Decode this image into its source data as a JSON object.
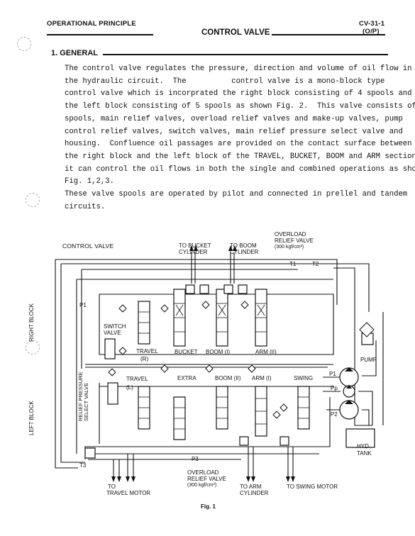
{
  "header": {
    "section": "OPERATIONAL PRINCIPLE",
    "code_line1": "CV-31-1",
    "code_line2": "(O/P)",
    "title": "CONTROL VALVE"
  },
  "general": {
    "heading": "1. GENERAL",
    "para1": [
      "The control valve regulates the pressure, direction and volume of oil flow in",
      "the hydraulic circuit.  The          control valve is a mono-block type",
      "control valve which is incorprated the right block consisting of 4 spools and",
      "the left block consisting of 5 spools as shown Fig. 2.  This valve consists of",
      "spools, main relief valves, overload relief valves and make-up valves, pump",
      "control relief valves, switch valves, main relief pressure select valve and",
      "housing.  Confluence oil passages are provided on the contact surface between",
      "the right block and the left block of the TRAVEL, BUCKET, BOOM and ARM sections,",
      "it can control the oil flows in both the single and combined operations as shown",
      "Fig. 1,2,3."
    ],
    "para2": [
      "These valve spools are operated by pilot and connected in prellel and tandem",
      "circuits."
    ]
  },
  "diagram": {
    "control_valve": "CONTROL VALVE",
    "to_bucket": [
      "TO BUCKET",
      "CYLINDER"
    ],
    "to_boom": [
      "TO BOOM",
      "CYLINDER"
    ],
    "overload_top": [
      "OVERLOAD",
      "RELIEF VALVE",
      "(300 kgf/cm²)"
    ],
    "t1": "T1",
    "t2": "T2",
    "p1": "P1",
    "switch_valve": [
      "SWITCH",
      "VALVE"
    ],
    "right_block": "RIGHT BLOCK",
    "left_block": "LEFT BLOCK",
    "relief_select": [
      "RELIEF PRESSURE",
      "SELECT VALVE"
    ],
    "travel_r": [
      "TRAVEL",
      "(R)"
    ],
    "bucket": "BUCKET",
    "boom1": "BOOM (I)",
    "arm2": "ARM (II)",
    "travel_l": [
      "TRAVEL",
      "(L)"
    ],
    "extra": "EXTRA",
    "boom2": "BOOM (II)",
    "arm1": "ARM (I)",
    "swing": "SWING",
    "pump": "PUMP",
    "pump_p1": "P1",
    "pump_pp": "Pp",
    "pump_p2": "P2",
    "hyd_tank": [
      "HYD.",
      "TANK"
    ],
    "p3": "P3",
    "t3": "T3",
    "overload_bottom": [
      "OVERLOAD",
      "RELIEF VALVE",
      "(300 kgf/cm²)"
    ],
    "to_travel_motor": [
      "TO",
      "TRAVEL MOTOR"
    ],
    "to_arm": [
      "TO ARM",
      "CYLINDER"
    ],
    "to_swing_motor": "TO SWING MOTOR",
    "fig": "Fig. 1"
  }
}
